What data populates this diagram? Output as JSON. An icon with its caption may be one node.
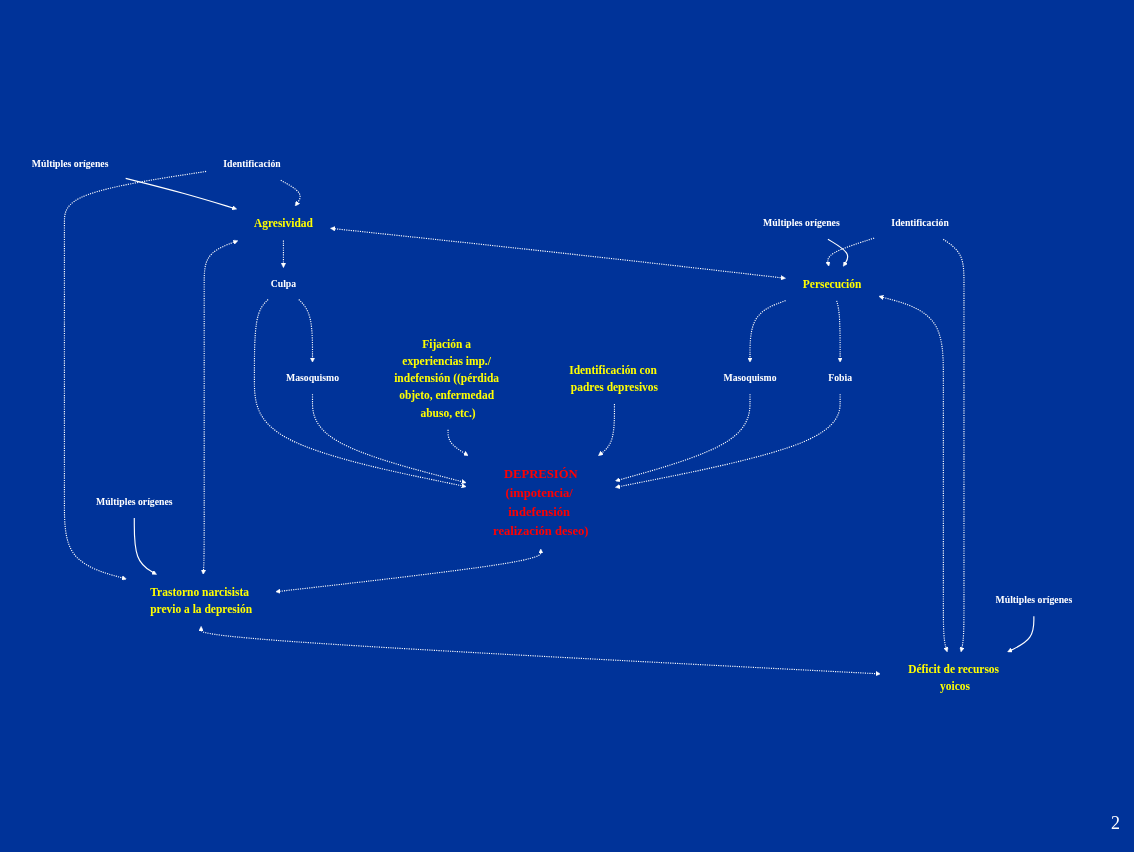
{
  "diagram": {
    "nodes": [
      {
        "text": [
          "Múltiples orígenes"
        ]
      },
      {
        "text": [
          "Identificación"
        ]
      },
      {
        "text": [
          "Múltiples orígenes"
        ]
      },
      {
        "text": [
          "Agresividad"
        ]
      },
      {
        "text": [
          "Trastorno narcisista previo a la depresión"
        ]
      },
      {
        "text": [
          "Culpa"
        ]
      },
      {
        "text": [
          "Masoquismo"
        ]
      },
      {
        "text": [
          "Fijación a experiencias imp./ indefensión ((pérdida objeto, enfermedad abuso, etc.)"
        ]
      },
      {
        "text": [
          "DEPRESIÓN",
          "(impotencia/ indefensión realización deseo)"
        ]
      },
      {
        "text": [
          "Identificación con padres depresivos"
        ]
      },
      {
        "text": [
          "Masoquismo"
        ]
      },
      {
        "text": [
          "Fobia"
        ]
      },
      {
        "text": [
          "Persecución"
        ]
      },
      {
        "text": [
          "Déficit de recursos yoicos"
        ]
      },
      {
        "text": [
          "Múltiples orígenes"
        ]
      },
      {
        "text": [
          "Identificación"
        ]
      },
      {
        "text": [
          "Múltiples orígenes"
        ]
      }
    ],
    "edges": [
      {
        "from": 0,
        "to": 3,
        "arrow": "to"
      },
      {
        "from": 1,
        "to": 3,
        "arrow": "to",
        "style": "dashed"
      },
      {
        "from": 1,
        "to": 4,
        "arrow": "to",
        "style": "dashed"
      },
      {
        "from": 2,
        "to": 4,
        "arrow": "to"
      },
      {
        "from": 3,
        "to": 4,
        "arrow": "both",
        "style": "dashed"
      },
      {
        "from": 3,
        "to": 12,
        "arrow": "both",
        "style": "dashed"
      },
      {
        "from": 4,
        "to": 13,
        "arrow": "both",
        "style": "dashed"
      },
      {
        "from": 3,
        "to": 5,
        "arrow": "to",
        "style": "dashed"
      },
      {
        "from": 5,
        "to": 6,
        "arrow": "to",
        "style": "dashed"
      },
      {
        "from": 5,
        "to": 8,
        "arrow": "to",
        "style": "dashed"
      },
      {
        "from": 6,
        "to": 8,
        "arrow": "to",
        "style": "dashed"
      },
      {
        "from": 8,
        "to": 4,
        "arrow": "both",
        "style": "dashed"
      },
      {
        "from": 7,
        "to": 8,
        "arrow": "to",
        "style": "dashed"
      },
      {
        "from": 9,
        "to": 8,
        "arrow": "to",
        "style": "dashed"
      },
      {
        "from": 10,
        "to": 8,
        "arrow": "to",
        "style": "dashed"
      },
      {
        "from": 11,
        "to": 8,
        "arrow": "to",
        "style": "dashed"
      },
      {
        "from": 12,
        "to": 10,
        "arrow": "to",
        "style": "dashed"
      },
      {
        "from": 12,
        "to": 11,
        "arrow": "to",
        "style": "dashed"
      },
      {
        "from": 12,
        "to": 13,
        "arrow": "both",
        "style": "dashed"
      },
      {
        "from": 15,
        "to": 12,
        "arrow": "to",
        "style": "dashed"
      },
      {
        "from": 15,
        "to": 13,
        "arrow": "to",
        "style": "dashed"
      },
      {
        "from": 14,
        "to": 12,
        "arrow": "to"
      },
      {
        "from": 16,
        "to": 13,
        "arrow": "to"
      }
    ],
    "labels": [
      "2"
    ]
  }
}
